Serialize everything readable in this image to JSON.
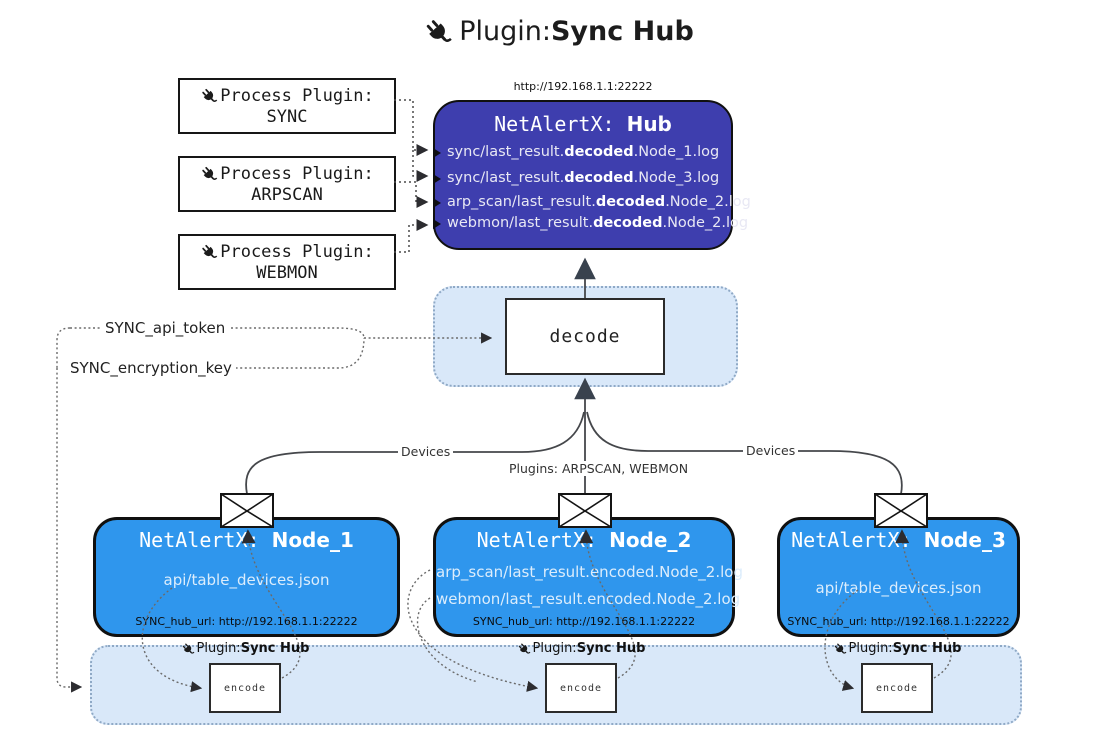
{
  "title": {
    "prefix": "Plugin: ",
    "bold": "Sync Hub"
  },
  "process_plugins": [
    {
      "line1": "Process Plugin:",
      "name": "SYNC"
    },
    {
      "line1": "Process Plugin:",
      "name": "ARPSCAN"
    },
    {
      "line1": "Process Plugin:",
      "name": "WEBMON"
    }
  ],
  "hub": {
    "url_label": "http://192.168.1.1:22222",
    "title_prefix": "NetAlertX: ",
    "title_bold": "Hub",
    "logs": [
      {
        "pre": "sync/last_result.",
        "bold": "decoded",
        "post": ".Node_1.log"
      },
      {
        "pre": "sync/last_result.",
        "bold": "decoded",
        "post": ".Node_3.log"
      },
      {
        "pre": "arp_scan/last_result.",
        "bold": "decoded",
        "post": ".Node_2.log"
      },
      {
        "pre": "webmon/last_result.",
        "bold": "decoded",
        "post": ".Node_2.log"
      }
    ]
  },
  "decode": {
    "label": "decode"
  },
  "secrets": {
    "api_token": "SYNC_api_token",
    "encryption_key": "SYNC_encryption_key"
  },
  "edges": {
    "devices_left": "Devices",
    "devices_right": "Devices",
    "plugins_mid": "Plugins: ARPSCAN, WEBMON"
  },
  "nodes": [
    {
      "title_prefix": "NetAlertX: ",
      "title_bold": "Node_1",
      "lines": [
        "api/table_devices.json"
      ],
      "hub_url": "SYNC_hub_url: http://192.168.1.1:22222"
    },
    {
      "title_prefix": "NetAlertX: ",
      "title_bold": "Node_2",
      "lines": [
        "arp_scan/last_result.encoded.Node_2.log",
        "webmon/last_result.encoded.Node_2.log"
      ],
      "hub_url": "SYNC_hub_url: http://192.168.1.1:22222"
    },
    {
      "title_prefix": "NetAlertX: ",
      "title_bold": "Node_3",
      "lines": [
        "api/table_devices.json"
      ],
      "hub_url": "SYNC_hub_url: http://192.168.1.1:22222"
    }
  ],
  "encode": {
    "label": "encode",
    "plugin_prefix": "Plugin: ",
    "plugin_bold": "Sync Hub"
  },
  "colors": {
    "hub_bg": "#3e3eae",
    "hub_log_text": "#e8e8f4",
    "node_bg": "#2f96ed",
    "node_line_text": "#dcedfc",
    "panel_bg": "#d9e8f9",
    "panel_border": "#8fa9c6",
    "connector": "#4a4a4a",
    "dark_arrow": "#39424e"
  }
}
